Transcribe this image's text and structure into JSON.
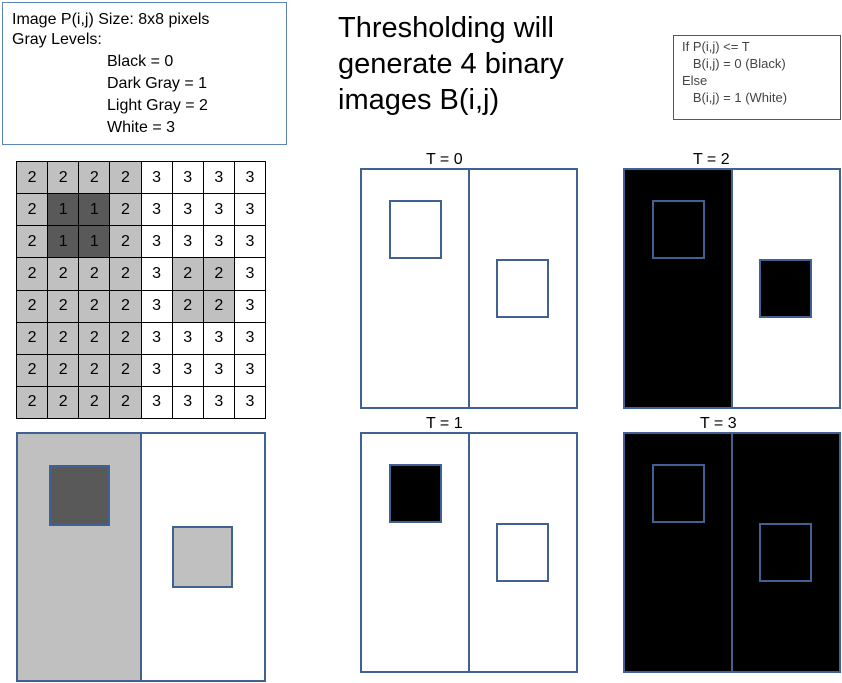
{
  "info": {
    "image_line": "Image P(i,j) Size: 8x8 pixels",
    "gray_levels_label": "Gray Levels:",
    "levels": [
      "Black = 0",
      "Dark Gray = 1",
      "Light Gray = 2",
      "White = 3"
    ]
  },
  "headline": [
    "Thresholding will",
    "generate 4 binary",
    "images B(i,j)"
  ],
  "rule": [
    "If P(i,j) <= T",
    "   B(i,j) = 0 (Black)",
    "Else",
    "   B(i,j) = 1 (White)"
  ],
  "level_colors": [
    "#000000",
    "#595959",
    "#c0c0c0",
    "#ffffff"
  ],
  "panel_border_color": "#3f6292",
  "pixels": [
    [
      2,
      2,
      2,
      2,
      3,
      3,
      3,
      3
    ],
    [
      2,
      1,
      1,
      2,
      3,
      3,
      3,
      3
    ],
    [
      2,
      1,
      1,
      2,
      3,
      3,
      3,
      3
    ],
    [
      2,
      2,
      2,
      2,
      3,
      2,
      2,
      3
    ],
    [
      2,
      2,
      2,
      2,
      3,
      2,
      2,
      3
    ],
    [
      2,
      2,
      2,
      2,
      3,
      3,
      3,
      3
    ],
    [
      2,
      2,
      2,
      2,
      3,
      3,
      3,
      3
    ],
    [
      2,
      2,
      2,
      2,
      3,
      3,
      3,
      3
    ]
  ],
  "thresholds": [
    {
      "label": "T = 0",
      "t": 0
    },
    {
      "label": "T = 1",
      "t": 1
    },
    {
      "label": "T = 2",
      "t": 2
    },
    {
      "label": "T = 3",
      "t": 3
    }
  ]
}
